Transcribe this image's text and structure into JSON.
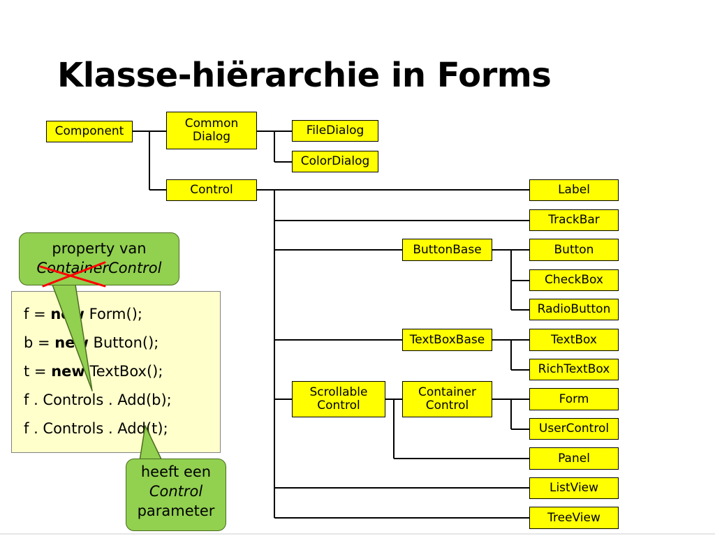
{
  "slide": {
    "title": "Klasse-hiërarchie in Forms"
  },
  "boxes": {
    "component": "Component",
    "common_dialog": "Common\nDialog",
    "file_dialog": "FileDialog",
    "color_dialog": "ColorDialog",
    "control": "Control",
    "label": "Label",
    "trackbar": "TrackBar",
    "button_base": "ButtonBase",
    "button": "Button",
    "checkbox": "CheckBox",
    "radio_button": "RadioButton",
    "textbox_base": "TextBoxBase",
    "textbox": "TextBox",
    "rich_textbox": "RichTextBox",
    "scrollable_control": "Scrollable\nControl",
    "container_control": "Container\nControl",
    "form": "Form",
    "user_control": "UserControl",
    "panel": "Panel",
    "listview": "ListView",
    "treeview": "TreeView"
  },
  "code": {
    "lines": [
      {
        "pre": "f = ",
        "kw": "new",
        "post": " Form();"
      },
      {
        "pre": "b = ",
        "kw": "new",
        "post": " Button();"
      },
      {
        "pre": "t = ",
        "kw": "new",
        "post": " TextBox();"
      },
      {
        "pre": "f . Controls . Add(b);",
        "kw": "",
        "post": ""
      },
      {
        "pre": "f . Controls . Add(t);",
        "kw": "",
        "post": ""
      }
    ]
  },
  "callout_top": {
    "line1": "property van",
    "line2": "ContainerControl"
  },
  "callout_bottom": {
    "line1": "heeft een",
    "line2": "Control",
    "line3": "parameter"
  },
  "colors": {
    "box_fill": "#ffff00",
    "code_fill": "#ffffcc",
    "callout_fill": "#92d050",
    "cross_out": "#ff0000"
  }
}
